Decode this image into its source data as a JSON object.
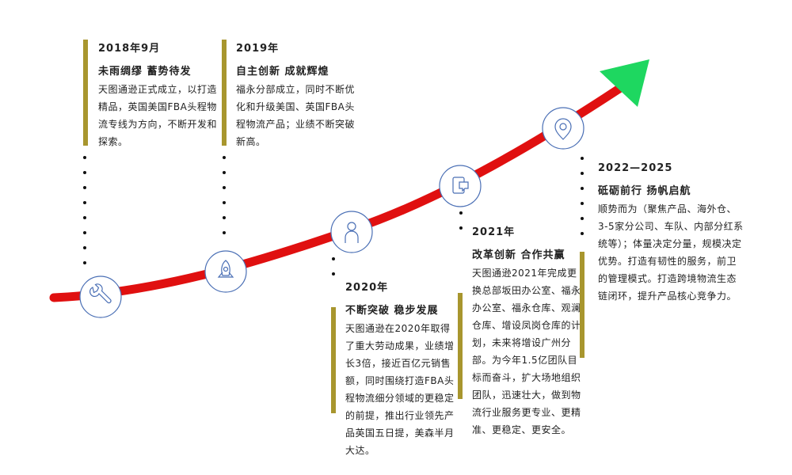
{
  "milestones": [
    {
      "year": "2018年9月",
      "slogan": "未雨绸缪  蓄势待发",
      "desc": "天图通逊正式成立，以打造精品，英国美国FBA头程物流专线为方向，不断开发和探索。"
    },
    {
      "year": "2019年",
      "slogan": "自主创新  成就辉煌",
      "desc": "福永分部成立，同时不断优化和升级美国、英国FBA头程物流产品；业绩不断突破新高。"
    },
    {
      "year": "2020年",
      "slogan": "不断突破  稳步发展",
      "desc": "天图通逊在2020年取得了重大劳动成果，业绩增长3倍，接近百亿元销售额，同时围绕打造FBA头程物流细分领域的更稳定的前提，推出行业领先产品英国五日提，美森半月大达。"
    },
    {
      "year": "2021年",
      "slogan": "改革创新  合作共赢",
      "desc": "天图通逊2021年完成更换总部坂田办公室、福永办公室、福永仓库、观澜仓库、增设凤岗仓库的计划，未来将增设广州分部。为今年1.5亿团队目标而奋斗，扩大场地组织团队，迅速壮大，做到物流行业服务更专业、更精准、更稳定、更安全。"
    },
    {
      "year": "2022—2025",
      "slogan": "砥砺前行  扬帆启航",
      "desc": "顺势而为（聚焦产品、海外仓、3-5家分公司、车队、内部分红系统等）；体量决定分量，规模决定优势。打造有韧性的服务，前卫的管理模式。打造跨境物流生态链闭环，提升产品核心竞争力。"
    }
  ],
  "icons": [
    "wrench-icon",
    "rocket-icon",
    "person-icon",
    "chat-icon",
    "location-icon"
  ],
  "colors": {
    "curve": "#e01010",
    "arrow": "#1ed760",
    "bar": "#a8962e",
    "circle_border": "#4a6fb5"
  }
}
